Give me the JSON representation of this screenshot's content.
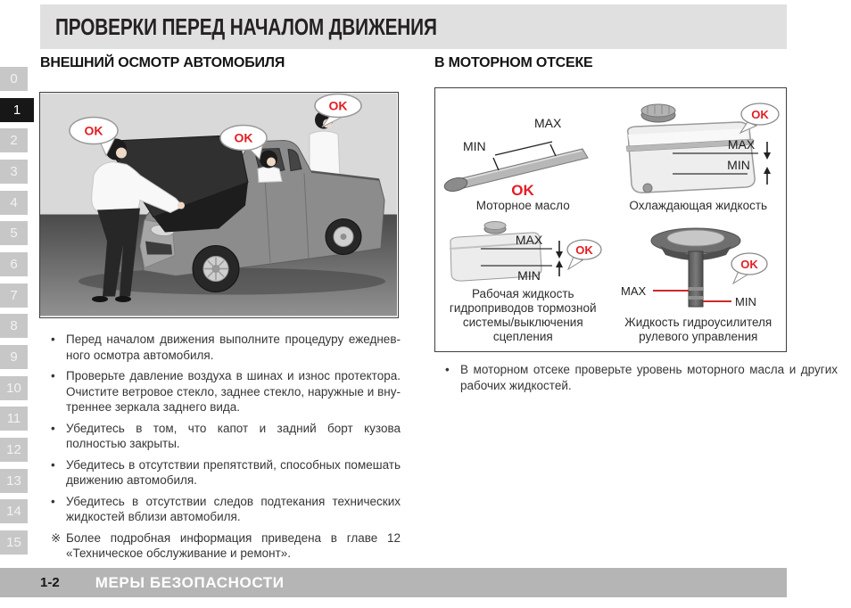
{
  "page": {
    "title": "ПРОВЕРКИ ПЕРЕД НАЧАЛОМ ДВИЖЕНИЯ",
    "footer": {
      "page_number": "1-2",
      "chapter_title": "МЕРЫ БЕЗОПАСНОСТИ"
    }
  },
  "sidebar": {
    "active_tab": "1",
    "tabs": [
      "0",
      "1",
      "2",
      "3",
      "4",
      "5",
      "6",
      "7",
      "8",
      "9",
      "10",
      "11",
      "12",
      "13",
      "14",
      "15"
    ]
  },
  "labels": {
    "ok": "OK",
    "min": "MIN",
    "max": "MAX"
  },
  "left": {
    "heading": "ВНЕШНИЙ ОСМОТР АВТОМОБИЛЯ",
    "bullets": [
      {
        "marker": "•",
        "text": "Перед началом движения выполните процедуру ежеднев­ного осмотра автомобиля."
      },
      {
        "marker": "•",
        "text": "Проверьте давление воздуха в шинах и износ протектора. Очистите ветровое стекло, заднее стекло, наружные и вну­треннее зеркала заднего вида."
      },
      {
        "marker": "•",
        "text": "Убедитесь в том, что капот и задний борт кузова полностью закрыты."
      },
      {
        "marker": "•",
        "text": "Убедитесь в отсутствии препятствий, способных помешать движению автомобиля."
      },
      {
        "marker": "•",
        "text": "Убедитесь в отсутствии следов подтекания технических жидко­стей вблизи автомобиля."
      },
      {
        "marker": "※",
        "text": "Более подробная информация приведена в главе 12 «Техническое обслуживание и ремонт»."
      }
    ]
  },
  "right": {
    "heading": "В МОТОРНОМ ОТСЕКЕ",
    "diagrams": {
      "engine_oil": {
        "caption": "Моторное масло"
      },
      "coolant": {
        "caption": "Охлаждающая жидкость"
      },
      "brake_clutch_fluid": {
        "caption": "Рабочая жидкость гидроприводов тормозной системы/выключения сцепления"
      },
      "power_steering": {
        "caption": "Жидкость гидроусилителя рулевого управления"
      }
    },
    "bullets": [
      {
        "marker": "•",
        "text": "В моторном отсеке проверьте уровень моторного масла и других рабочих жидкостей."
      }
    ]
  },
  "colors": {
    "ok_red": "#e31e24",
    "title_band": "#e0e0e0",
    "footer_band": "#b5b5b5",
    "tab_inactive": "#c7c7c7",
    "tab_active": "#171717"
  }
}
